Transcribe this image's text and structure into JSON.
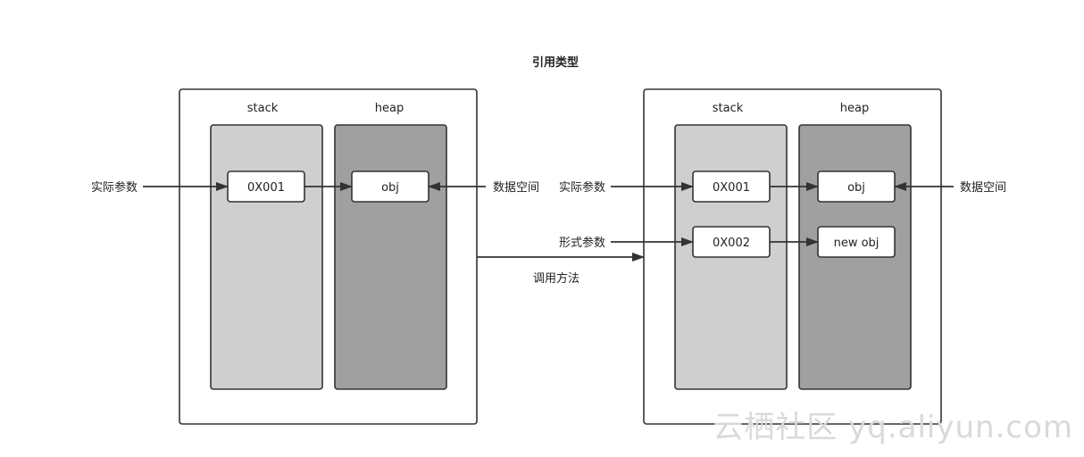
{
  "title": "引用类型",
  "colors": {
    "stack_fill": "#cfcfcf",
    "heap_fill": "#a0a0a0",
    "stroke": "#333333"
  },
  "left_panel": {
    "stack_label": "stack",
    "heap_label": "heap",
    "stack_cells": [
      "0X001"
    ],
    "heap_cells": [
      "obj"
    ],
    "left_labels": [
      "实际参数"
    ],
    "right_label": "数据空间"
  },
  "right_panel": {
    "stack_label": "stack",
    "heap_label": "heap",
    "stack_cells": [
      "0X001",
      "0X002"
    ],
    "heap_cells": [
      "obj",
      "new obj"
    ],
    "left_labels": [
      "实际参数",
      "形式参数"
    ],
    "right_label": "数据空间"
  },
  "transition_label": "调用方法",
  "watermark": "云栖社区 yq.aliyun.com"
}
